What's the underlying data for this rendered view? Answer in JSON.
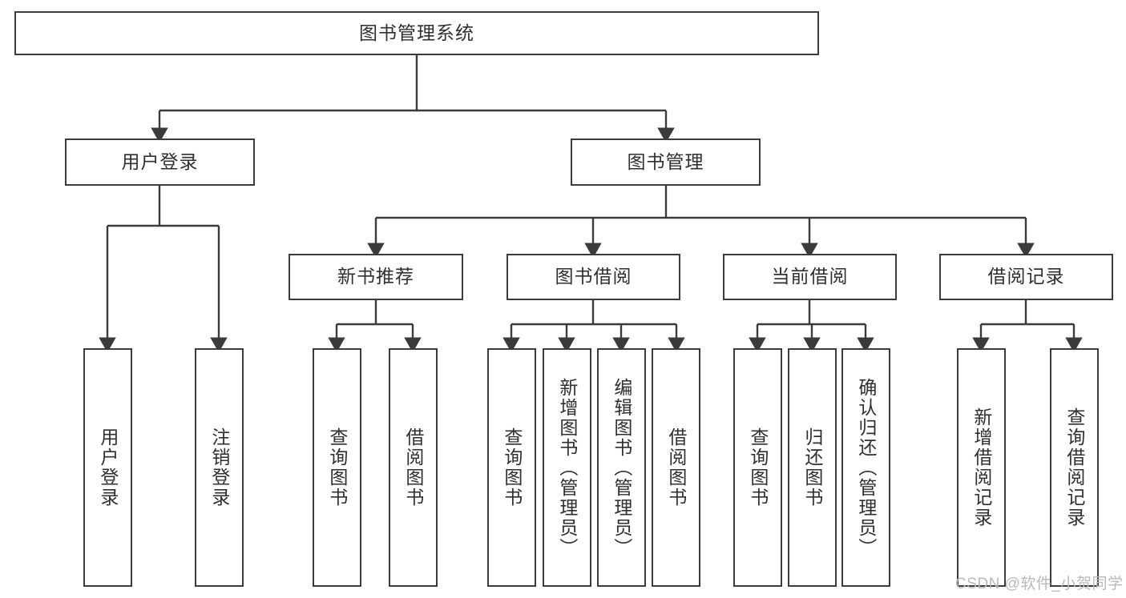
{
  "diagram": {
    "title": "图书管理系统",
    "type": "tree",
    "watermark": "CSDN @软件_小贺同学",
    "line_color": "#3b3b3b",
    "text_color": "#2f2f2f",
    "background": "#ffffff",
    "nodes": {
      "root": "图书管理系统",
      "user_login": "用户登录",
      "book_manage": "图书管理",
      "new_book_recommend": "新书推荐",
      "book_borrow": "图书借阅",
      "current_borrow": "当前借阅",
      "borrow_record": "借阅记录",
      "leaf_user_login": "用户登录",
      "leaf_logout_login": "注销登录",
      "leaf_query_book_1": "查询图书",
      "leaf_borrow_book_1": "借阅图书",
      "leaf_query_book_2": "查询图书",
      "leaf_add_book_admin": "新增图书（管理员）",
      "leaf_edit_book_admin": "编辑图书（管理员）",
      "leaf_borrow_book_2": "借阅图书",
      "leaf_query_book_3": "查询图书",
      "leaf_return_book": "归还图书",
      "leaf_confirm_return_admin": "确认归还（管理员）",
      "leaf_add_borrow_record": "新增借阅记录",
      "leaf_query_borrow_record": "查询借阅记录"
    }
  }
}
